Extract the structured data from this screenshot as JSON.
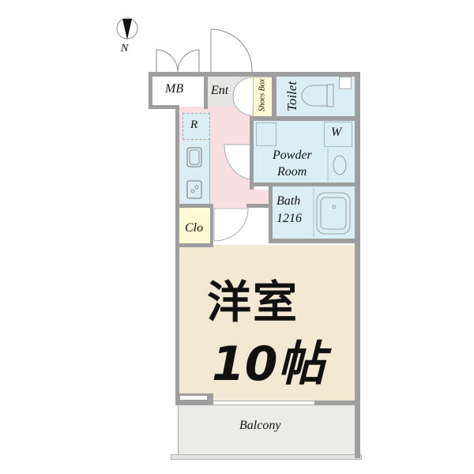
{
  "compass": {
    "label": "N",
    "icon": "north-arrow-icon"
  },
  "rooms": {
    "meter_box": {
      "label": "MB"
    },
    "entrance": {
      "label": "Ent"
    },
    "shoes_box": {
      "label": "Shoes Box"
    },
    "toilet": {
      "label": "Toilet"
    },
    "refrigerator": {
      "label": "R"
    },
    "washer": {
      "label": "W"
    },
    "powder_room": {
      "line1": "Powder",
      "line2": "Room"
    },
    "bath": {
      "line1": "Bath",
      "line2": "1216"
    },
    "closet": {
      "label": "Clo"
    },
    "western_room": {
      "line1": "洋室",
      "line2": "10帖"
    },
    "balcony": {
      "label": "Balcony"
    }
  },
  "colors": {
    "wall": "#9e9e9e",
    "kitchen_floor": "#f9dfe1",
    "wet_area": "#d9eef5",
    "main_room": "#f3e9d2",
    "storage": "#fdfbd6",
    "entrance": "#e6e6e4",
    "balcony": "#ebebe9"
  }
}
